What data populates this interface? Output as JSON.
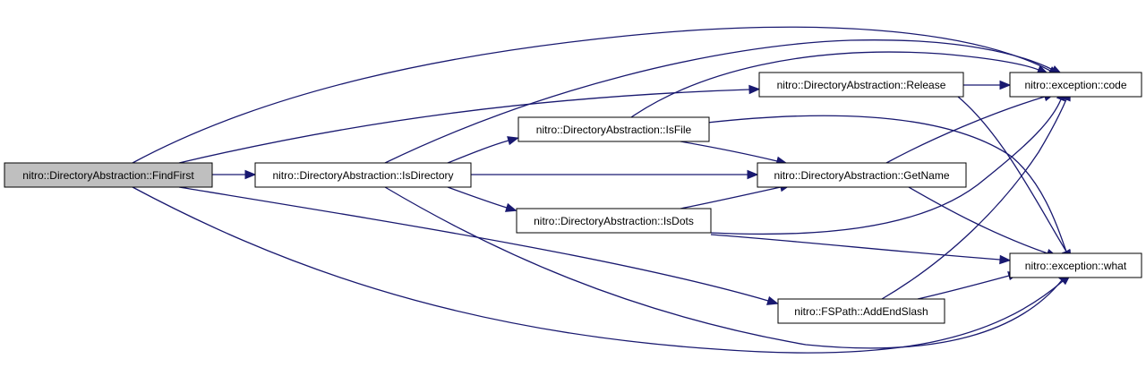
{
  "colors": {
    "edge": "#191970",
    "node_fill": "#ffffff",
    "root_fill": "#bfbfbf",
    "border": "#000000"
  },
  "nodes": [
    {
      "id": "findfirst",
      "label": "nitro::DirectoryAbstraction::FindFirst",
      "root": true
    },
    {
      "id": "isdirectory",
      "label": "nitro::DirectoryAbstraction::IsDirectory",
      "root": false
    },
    {
      "id": "isfile",
      "label": "nitro::DirectoryAbstraction::IsFile",
      "root": false
    },
    {
      "id": "isdots",
      "label": "nitro::DirectoryAbstraction::IsDots",
      "root": false
    },
    {
      "id": "release",
      "label": "nitro::DirectoryAbstraction::Release",
      "root": false
    },
    {
      "id": "getname",
      "label": "nitro::DirectoryAbstraction::GetName",
      "root": false
    },
    {
      "id": "addendslash",
      "label": "nitro::FSPath::AddEndSlash",
      "root": false
    },
    {
      "id": "code",
      "label": "nitro::exception::code",
      "root": false
    },
    {
      "id": "what",
      "label": "nitro::exception::what",
      "root": false
    }
  ],
  "edges": [
    [
      "findfirst",
      "isdirectory"
    ],
    [
      "findfirst",
      "release"
    ],
    [
      "findfirst",
      "code"
    ],
    [
      "findfirst",
      "what"
    ],
    [
      "findfirst",
      "addendslash"
    ],
    [
      "isdirectory",
      "isfile"
    ],
    [
      "isdirectory",
      "getname"
    ],
    [
      "isdirectory",
      "isdots"
    ],
    [
      "isdirectory",
      "code"
    ],
    [
      "isdirectory",
      "what"
    ],
    [
      "isfile",
      "getname"
    ],
    [
      "isfile",
      "code"
    ],
    [
      "isfile",
      "what"
    ],
    [
      "isdots",
      "getname"
    ],
    [
      "isdots",
      "code"
    ],
    [
      "isdots",
      "what"
    ],
    [
      "release",
      "code"
    ],
    [
      "release",
      "what"
    ],
    [
      "getname",
      "code"
    ],
    [
      "getname",
      "what"
    ],
    [
      "addendslash",
      "code"
    ],
    [
      "addendslash",
      "what"
    ]
  ]
}
